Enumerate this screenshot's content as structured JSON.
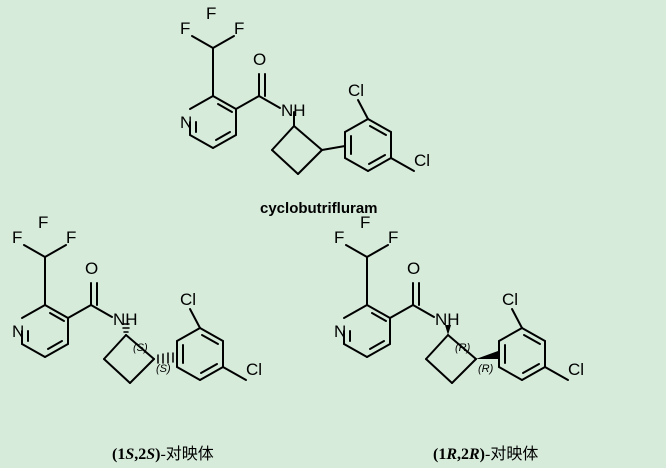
{
  "title": "cyclobutrifluram",
  "atoms": {
    "F": "F",
    "N": "N",
    "O": "O",
    "NH": "NH",
    "Cl": "Cl"
  },
  "stereo": {
    "S": "(S)",
    "R": "(R)"
  },
  "captions": {
    "left": {
      "open": "(1",
      "l1": "S",
      "mid": ",2",
      "l2": "S",
      "close": ")",
      "suffix": "-对映体"
    },
    "right": {
      "open": "(1",
      "l1": "R",
      "mid": ",2",
      "l2": "R",
      "close": ")",
      "suffix": "-对映体"
    }
  },
  "colors": {
    "background": "#d6ebda",
    "ink": "#000000"
  }
}
